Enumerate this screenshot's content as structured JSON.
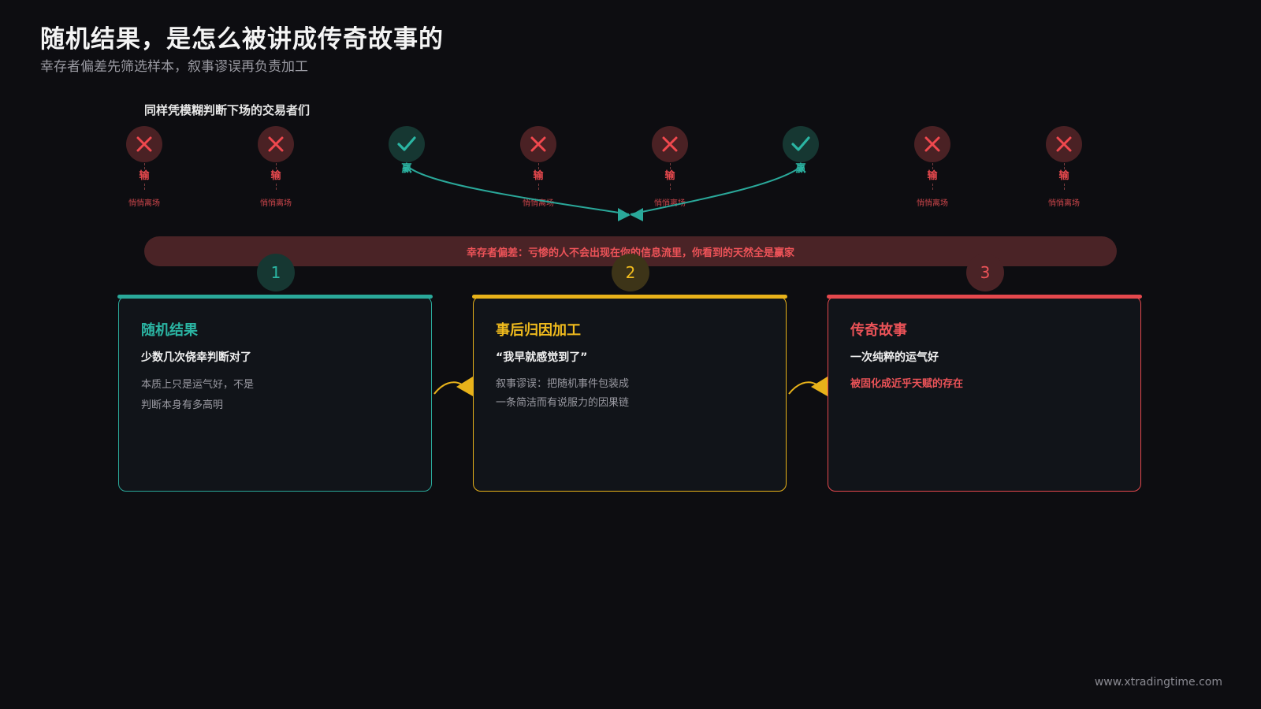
{
  "header": {
    "title": "随机结果，是怎么被讲成传奇故事的",
    "subtitle": "幸存者偏差先筛选样本，叙事谬误再负责加工"
  },
  "traders": {
    "label": "同样凭模糊判断下场的交易者们",
    "items": [
      {
        "outcome": "loss",
        "result": "输",
        "note": "悄悄离场"
      },
      {
        "outcome": "loss",
        "result": "输",
        "note": "悄悄离场"
      },
      {
        "outcome": "win",
        "result": "赢",
        "note": ""
      },
      {
        "outcome": "loss",
        "result": "输",
        "note": "悄悄离场"
      },
      {
        "outcome": "loss",
        "result": "输",
        "note": "悄悄离场"
      },
      {
        "outcome": "win",
        "result": "赢",
        "note": ""
      },
      {
        "outcome": "loss",
        "result": "输",
        "note": "悄悄离场"
      },
      {
        "outcome": "loss",
        "result": "输",
        "note": "悄悄离场"
      }
    ]
  },
  "bias_banner": "幸存者偏差：亏惨的人不会出现在你的信息流里，你看到的天然全是赢家",
  "steps": [
    {
      "number": "1",
      "title": "随机结果",
      "subtitle": "少数几次侥幸判断对了",
      "desc": [
        "本质上只是运气好，不是",
        "判断本身有多高明"
      ],
      "color": "#2aa89a"
    },
    {
      "number": "2",
      "title": "事后归因加工",
      "subtitle": "“我早就感觉到了”",
      "desc": [
        "叙事谬误：把随机事件包装成",
        "一条简洁而有说服力的因果链"
      ],
      "color": "#e8b21a"
    },
    {
      "number": "3",
      "title": "传奇故事",
      "subtitle": "一次纯粹的运气好",
      "desc": [
        "被固化成近乎天赋的存在"
      ],
      "color": "#e5484d"
    }
  ],
  "footer": "www.xtradingtime.com",
  "colors": {
    "background": "#0d0d11",
    "teal": "#2aa89a",
    "gold": "#e8b21a",
    "red": "#e5484d",
    "banner": "#4a2326"
  }
}
